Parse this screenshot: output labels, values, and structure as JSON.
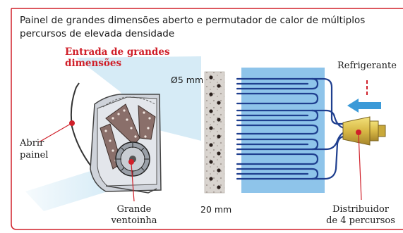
{
  "title": "Painel de grandes dimensões aberto e permutador de calor de múltiplos percursos de elevada densidade",
  "labels": {
    "intake_line1": "Entrada de grandes",
    "intake_line2": "dimensões",
    "open_panel_line1": "Abrir",
    "open_panel_line2": "painel",
    "fan_line1": "Grande",
    "fan_line2": "ventoinha",
    "tube_diameter": "Ø5 mm",
    "fin_pitch": "20 mm",
    "refrigerant": "Refrigerante",
    "distributor_line1": "Distribuidor",
    "distributor_line2": "de 4 percursos"
  },
  "colors": {
    "frame_red": "#d0202a",
    "accent_red": "#d0202a",
    "airflow_blue": "#cfe8f5",
    "exchanger_blue": "#8ec4ea",
    "tube_navy": "#1f3f8f",
    "arrow_blue": "#3b9ad8",
    "brass": "#c9a93a"
  },
  "icons": [
    "refrigerant-flow-arrow-icon",
    "callout-dot-icon"
  ]
}
